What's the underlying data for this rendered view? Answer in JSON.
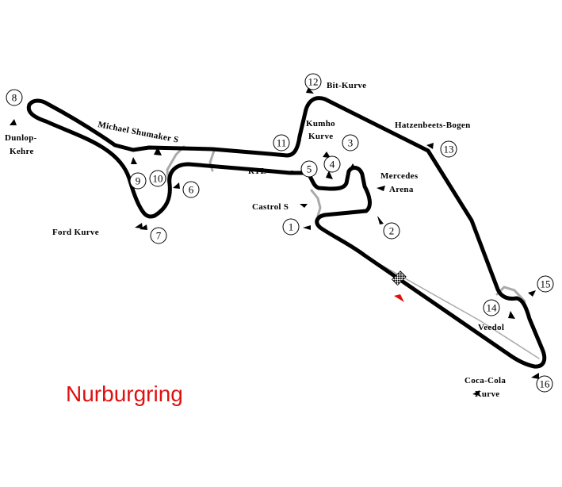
{
  "map": {
    "title": "Nurburgring",
    "colors": {
      "track": "#000000",
      "runoff": "#aaaaaa",
      "title": "#e01010",
      "start_marker": "#e01010"
    },
    "icons": {
      "start_finish": "checkered-flag-icon",
      "direction": "red-arrow-icon"
    },
    "corners": [
      {
        "number": "1",
        "name": "Castrol S"
      },
      {
        "number": "2",
        "name": "Mercedes Arena"
      },
      {
        "number": "3",
        "name": ""
      },
      {
        "number": "4",
        "name": "Kumho Kurve"
      },
      {
        "number": "5",
        "name": "RTL"
      },
      {
        "number": "6",
        "name": ""
      },
      {
        "number": "7",
        "name": "Ford Kurve"
      },
      {
        "number": "8",
        "name": "Dunlop-Kehre"
      },
      {
        "number": "9",
        "name": "Michael Shumaker S"
      },
      {
        "number": "10",
        "name": ""
      },
      {
        "number": "11",
        "name": ""
      },
      {
        "number": "12",
        "name": "Bit-Kurve"
      },
      {
        "number": "13",
        "name": "Hatzenbeets-Bogen"
      },
      {
        "number": "14",
        "name": "Veedol"
      },
      {
        "number": "15",
        "name": ""
      },
      {
        "number": "16",
        "name": "Coca-Cola Kurve"
      }
    ],
    "labels": {
      "dunlop_line1": "Dunlop-",
      "dunlop_line2": "Kehre",
      "ford": "Ford Kurve",
      "schumacher": "Michael Shumaker S",
      "rtl": "RTL",
      "kumho_line1": "Kumho",
      "kumho_line2": "Kurve",
      "bit": "Bit-Kurve",
      "hatzenbach": "Hatzenbeets-Bogen",
      "mercedes_line1": "Mercedes",
      "mercedes_line2": "Arena",
      "castrol": "Castrol S",
      "veedol": "Veedol",
      "cocacola_line1": "Coca-Cola",
      "cocacola_line2": "Kurve"
    }
  }
}
